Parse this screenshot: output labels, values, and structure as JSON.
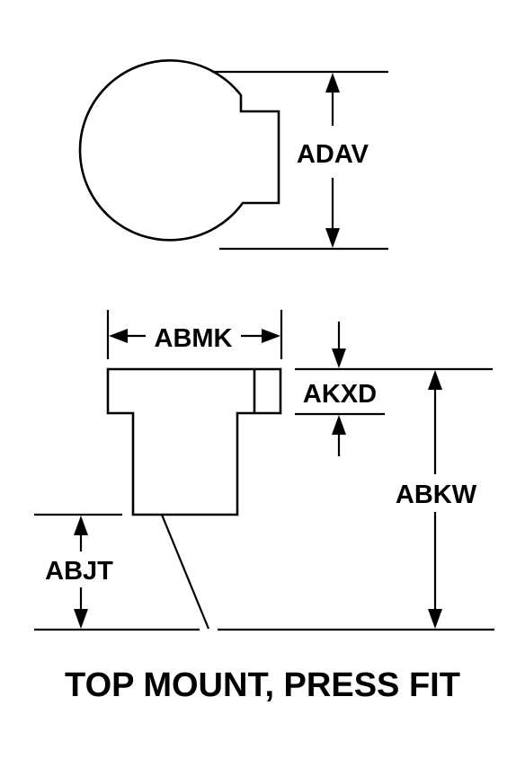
{
  "labels": {
    "adav": "ADAV",
    "abmk": "ABMK",
    "akxd": "AKXD",
    "abkw": "ABKW",
    "abjt": "ABJT"
  },
  "title": "TOP MOUNT, PRESS FIT",
  "colors": {
    "line": "#000000",
    "background": "#ffffff"
  }
}
